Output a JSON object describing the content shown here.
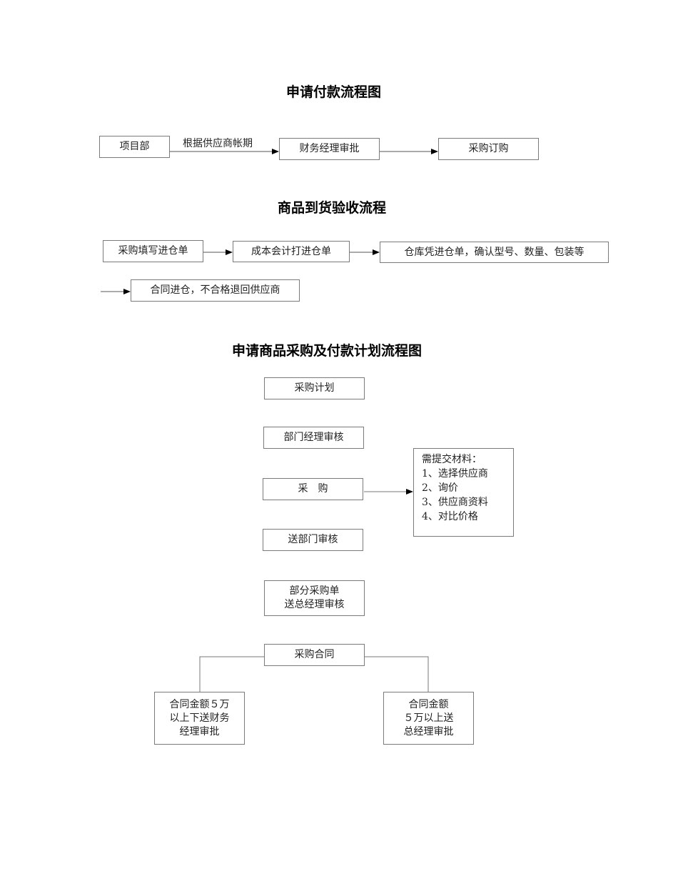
{
  "sections": [
    {
      "title": "申请付款流程图",
      "nodes": [
        "项目部",
        "财务经理审批",
        "采购订购"
      ],
      "edge_label": "根据供应商帐期"
    },
    {
      "title": "商品到货验收流程",
      "nodes": [
        "采购填写进仓单",
        "成本会计打进仓单",
        "仓库凭进仓单，确认型号、数量、包装等",
        "合同进仓，不合格退回供应商"
      ]
    },
    {
      "title": "申请商品采购及付款计划流程图",
      "nodes": {
        "plan": "采购计划",
        "dept_review": "部门经理审核",
        "purchase": "采　购",
        "send_dept": "送部门审核",
        "partial": [
          "部分采购单",
          "送总经理审核"
        ],
        "contract": "采购合同",
        "under_5w": [
          "合同金额５万",
          "以上下送财务",
          "经理审批"
        ],
        "over_5w": [
          "合同金额",
          "５万以上送",
          "总经理审批"
        ]
      },
      "materials": {
        "heading": "需提交材料：",
        "items": [
          "1、选择供应商",
          "2、询价",
          "3、供应商资料",
          "4、对比价格"
        ]
      }
    }
  ],
  "colors": {
    "border": "#7a7a7a",
    "line": "#555555",
    "text": "#222222"
  }
}
